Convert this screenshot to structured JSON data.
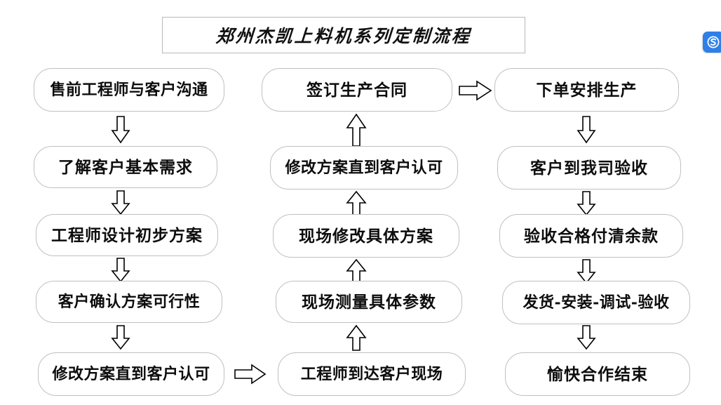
{
  "title": {
    "text": "郑州杰凯上料机系列定制流程"
  },
  "colors": {
    "box_border": "#c0c0c0",
    "title_border": "#b9b9b9",
    "text": "#0d0d0d",
    "arrow_stroke": "#000000",
    "arrow_fill": "#ffffff",
    "badge_background": "#2f7fe8",
    "badge_glyph": "#ffffff",
    "page_background": "#ffffff"
  },
  "badge": {
    "icon": "s-logo-icon"
  },
  "columns": [
    {
      "name": "column-left",
      "flow_direction": "down",
      "nodes": [
        {
          "label": "售前工程师与客户沟通"
        },
        {
          "label": "了解客户基本需求"
        },
        {
          "label": "工程师设计初步方案"
        },
        {
          "label": "客户确认方案可行性"
        },
        {
          "label": "修改方案直到客户认可"
        }
      ]
    },
    {
      "name": "column-middle",
      "flow_direction": "up",
      "nodes": [
        {
          "label": "签订生产合同"
        },
        {
          "label": "修改方案直到客户认可"
        },
        {
          "label": "现场修改具体方案"
        },
        {
          "label": "现场测量具体参数"
        },
        {
          "label": "工程师到达客户现场"
        }
      ]
    },
    {
      "name": "column-right",
      "flow_direction": "down",
      "nodes": [
        {
          "label": "下单安排生产"
        },
        {
          "label": "客户到我司验收"
        },
        {
          "label": "验收合格付清余款"
        },
        {
          "label": "发货-安装-调试-验收"
        },
        {
          "label": "愉快合作结束"
        }
      ]
    }
  ],
  "connectors": {
    "left_down": [
      "arrow-down",
      "arrow-down",
      "arrow-down",
      "arrow-down"
    ],
    "middle_up": [
      "arrow-up",
      "arrow-up",
      "arrow-up",
      "arrow-up"
    ],
    "right_down": [
      "arrow-down",
      "arrow-down",
      "arrow-down",
      "arrow-down"
    ],
    "left_to_middle": "arrow-right",
    "middle_to_right": "arrow-right"
  }
}
